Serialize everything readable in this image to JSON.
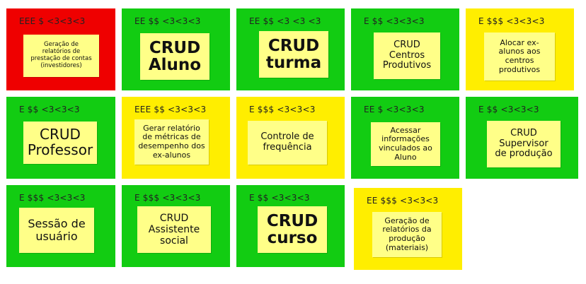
{
  "cards": [
    {
      "id": "c1",
      "header": "EEE $ <3<3<3",
      "text": "Geração de\nrelatórios de\nprestação de contas\n(investidores)"
    },
    {
      "id": "c2",
      "header": "EE $$ <3<3<3",
      "text": "CRUD\nAluno"
    },
    {
      "id": "c3",
      "header": "EE $$ <3 <3 <3",
      "text": "CRUD\nturma"
    },
    {
      "id": "c4",
      "header": "E $$ <3<3<3",
      "text": "CRUD\nCentros\nProdutivos"
    },
    {
      "id": "c5",
      "header": "E $$$ <3<3<3",
      "text": "Alocar ex-\nalunos aos\ncentros\nprodutivos"
    },
    {
      "id": "c6",
      "header": "E $$ <3<3<3",
      "text": "CRUD\nProfessor"
    },
    {
      "id": "c7",
      "header": "EEE $$ <3<3<3",
      "text": "Gerar relatório\nde métricas de\ndesempenho dos\nex-alunos"
    },
    {
      "id": "c8",
      "header": "E $$$ <3<3<3",
      "text": "Controle de\nfrequência"
    },
    {
      "id": "c9",
      "header": "EE $ <3<3<3",
      "text": "Acessar\ninformações\nvinculados ao\nAluno"
    },
    {
      "id": "c10",
      "header": "E $$ <3<3<3",
      "text": "CRUD\nSupervisor\nde produção"
    },
    {
      "id": "c11",
      "header": "E $$$ <3<3<3",
      "text": "Sessão de\nusuário"
    },
    {
      "id": "c12",
      "header": "E $$$ <3<3<3",
      "text": "CRUD\nAssistente\nsocial"
    },
    {
      "id": "c13",
      "header": "E $$ <3<3<3",
      "text": "CRUD\ncurso"
    },
    {
      "id": "c14",
      "header": "EE $$$ <3<3<3",
      "text": "Geração de\nrelatórios da\nprodução\n(materiais)"
    }
  ],
  "colors": {
    "red": "#ef0000",
    "green": "#12cc12",
    "yellow": "#ffee00",
    "note": "#ffff88"
  }
}
